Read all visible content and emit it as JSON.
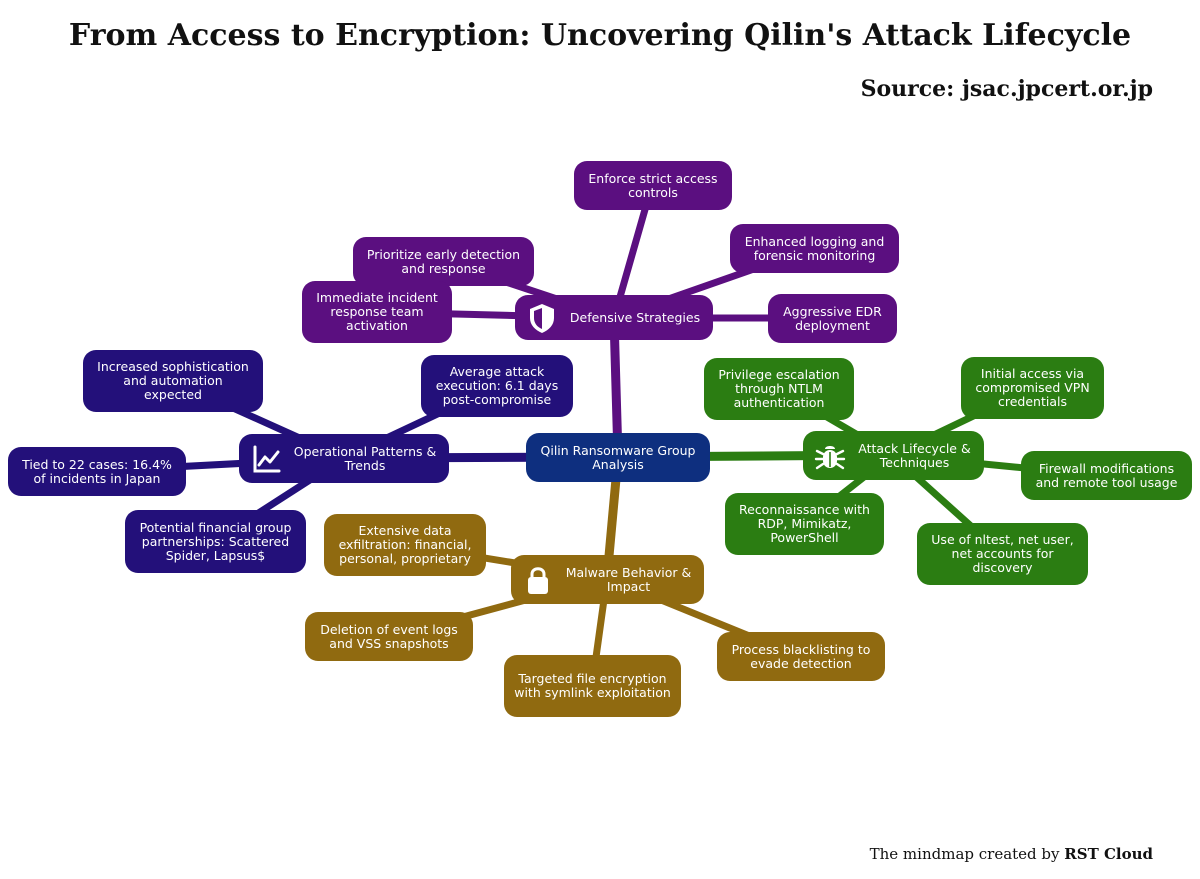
{
  "header": {
    "title": "From Access to Encryption: Uncovering Qilin's Attack Lifecycle",
    "source": "Source: jsac.jpcert.or.jp"
  },
  "footer": {
    "prefix": "The mindmap created by",
    "brand": "RST Cloud"
  },
  "colors": {
    "defensive": "#5b0f80",
    "operational": "#23107a",
    "attack": "#2b7d12",
    "malware": "#906a10",
    "center": "#0e2f7f"
  },
  "mindmap": {
    "center": "Qilin Ransomware Group Analysis",
    "defensive": {
      "label": "Defensive Strategies",
      "icon": "shield-icon",
      "children": [
        "Enforce strict access controls",
        "Enhanced logging and forensic monitoring",
        "Aggressive EDR deployment",
        "Prioritize early detection and response",
        "Immediate incident response team activation"
      ]
    },
    "operational": {
      "label": "Operational Patterns & Trends",
      "icon": "chart-line-icon",
      "children": [
        "Increased sophistication and automation expected",
        "Average attack execution: 6.1 days post-compromise",
        "Tied to 22 cases: 16.4% of incidents in Japan",
        "Potential financial group partnerships: Scattered Spider, Lapsus$"
      ]
    },
    "attack": {
      "label": "Attack Lifecycle & Techniques",
      "icon": "bug-icon",
      "children": [
        "Privilege escalation through NTLM authentication",
        "Initial access via compromised VPN credentials",
        "Firewall modifications and remote tool usage",
        "Reconnaissance with RDP, Mimikatz, PowerShell",
        "Use of nltest, net user, net accounts for discovery"
      ]
    },
    "malware": {
      "label": "Malware Behavior & Impact",
      "icon": "lock-icon",
      "children": [
        "Extensive data exfiltration: financial, personal, proprietary",
        "Deletion of event logs and VSS snapshots",
        "Targeted file encryption with symlink exploitation",
        "Process blacklisting to evade detection"
      ]
    }
  }
}
